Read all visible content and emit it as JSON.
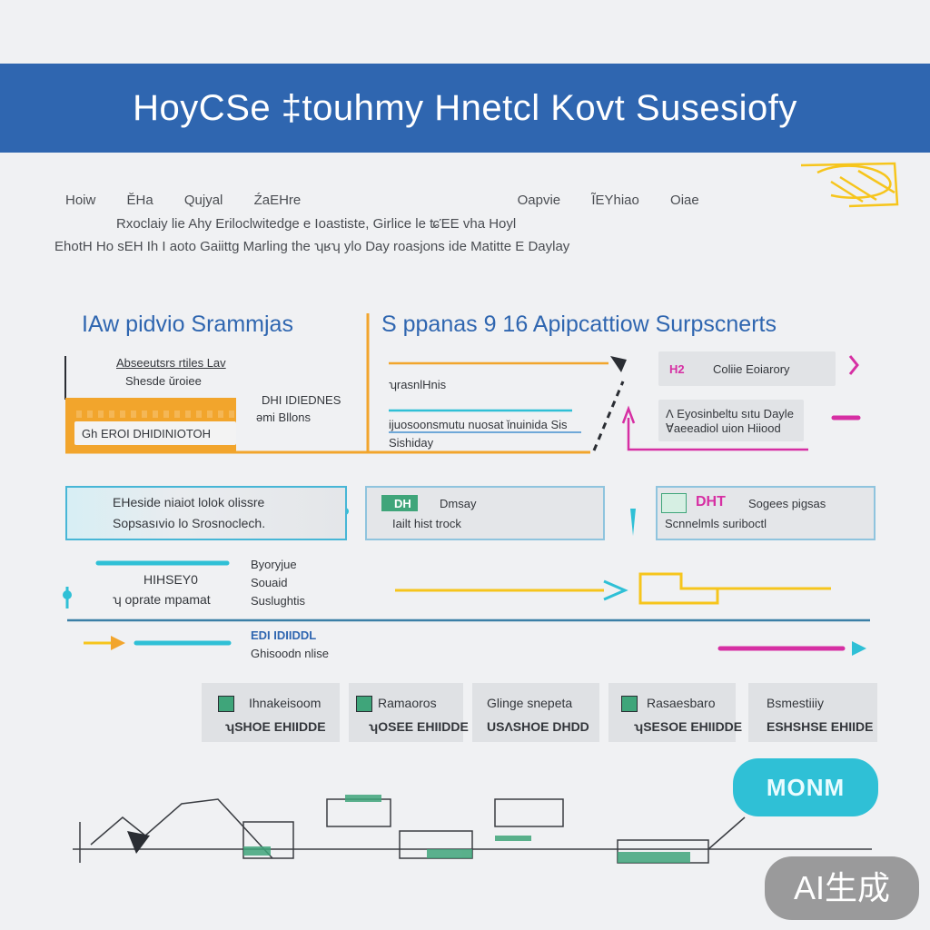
{
  "banner": {
    "title": "HoyCSe ‡touhmy Hnetcl  Kovt Susesiofy"
  },
  "header_text": {
    "row1": [
      "Hoiw",
      "ĔHa",
      "Qujyal",
      "ŹaEHre",
      "Oapvie",
      "ĨEYhiao",
      "Oiae"
    ],
    "row2": "Rxoclaiy lie  Ahy    Eriloclwitedge  e Ioastiste,  Girlice  le  ʨΈΕ  vha  Hoyl",
    "row3": "EhotH  Ho sEH Ih I aoto Gaiittg Marling  the  ʮʁʮ  ylo  Day  roasjons ide  Matitte  E Daylay"
  },
  "sections": {
    "left_title": "IAw  pidvio  Srammjas",
    "right_title": "S ppanas 9 16  Apipcattiow  Surpscnerts"
  },
  "left_panel": {
    "label_top": "Abseeutsrs  rtiles Lav",
    "label_sub": "Shesde ǔroiee",
    "label_right_1": "DHI IDIEDNES",
    "label_right_2": "ǝmi Bllons",
    "bar_text": "Gh  EROI DHIDINIOTOH"
  },
  "middle_panel": {
    "label_top": "ʮrasnlHnis",
    "label_mid": "ĳuosoonsmutu nuosat  ǐnuinida  Sis",
    "label_bot": "Sishiday"
  },
  "right_panel": {
    "card1_num": "H2",
    "card1_text": "Coliie Eoiarory",
    "card2_line1": "Ʌ  Eyosinbeltu sıtu Dayle",
    "card2_line2": "Ɐaeeadiol uion Hiiood"
  },
  "row_cards": [
    {
      "line1": "EHeside  niaiot  lolok  olissre",
      "line2": "Sopsasıvio  lo  Srosnoclech."
    },
    {
      "badge": "DH",
      "line1": "Dmsay",
      "line2": "Iailt  hist  trock"
    },
    {
      "badge": "DHT",
      "line1": "Sogees pigsas",
      "line2": "Scnnelmls suriboctl"
    }
  ],
  "flow": {
    "block_a_1": "HIHSEY0",
    "block_a_2": "ʮ  oprate  mpamat",
    "block_b_1": "Byoryjue",
    "block_b_2": "Souaid",
    "block_b_3": "Suslughtis",
    "block_c_1": "EDI  IDIIDDL",
    "block_c_2": "Ghisoodn  nlise"
  },
  "tiles": [
    {
      "line1": "Ihnakeisoom",
      "line2": "ʮSHOE  EHIIDDE"
    },
    {
      "line1": "Ramaoros",
      "line2": "ʮOSEE  EHIIDDE"
    },
    {
      "line1": "Glinge  snepeta",
      "line2": "USΛSHOE  DHDD"
    },
    {
      "line1": "Rasaesbaro",
      "line2": "ʮSESOE  EHIIDDE"
    },
    {
      "line1": "Bsmestiiiy",
      "line2": "ESHSHSE  EHIIDE"
    }
  ],
  "action_button": {
    "label": "MONM"
  },
  "watermark": {
    "label": "AI生成"
  },
  "colors": {
    "banner": "#2f66b0",
    "title_blue": "#2f66b0",
    "orange": "#f2a52c",
    "teal": "#2fc0d6",
    "magenta": "#d62fa3",
    "green": "#3fa57a",
    "yellow": "#f6c51c"
  },
  "icons": [
    "scribble-icon",
    "arrow-icon",
    "chart-icon"
  ]
}
